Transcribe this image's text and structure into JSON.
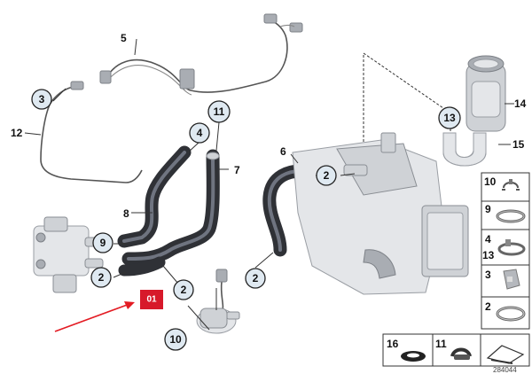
{
  "diagram": {
    "callouts": {
      "c2_left": "2",
      "c2_lower": "2",
      "c2_center": "2",
      "c2_mid": "2",
      "c3": "3",
      "c4": "4",
      "c9": "9",
      "c10": "10",
      "c11": "11",
      "c13": "13"
    },
    "labels": {
      "l5": "5",
      "l6": "6",
      "l7": "7",
      "l8": "8",
      "l12": "12",
      "l14": "14",
      "l15": "15"
    },
    "marker": "01",
    "marker_color": "#d7192a",
    "arrow_color": "#e31b23",
    "legend": [
      {
        "num": "10"
      },
      {
        "num": "9"
      },
      {
        "num": "4",
        "num2": "13"
      },
      {
        "num": "3"
      },
      {
        "num": "2"
      }
    ],
    "bottom_legend": [
      {
        "num": "16"
      },
      {
        "num": "11"
      }
    ],
    "doc_number": "284044"
  }
}
